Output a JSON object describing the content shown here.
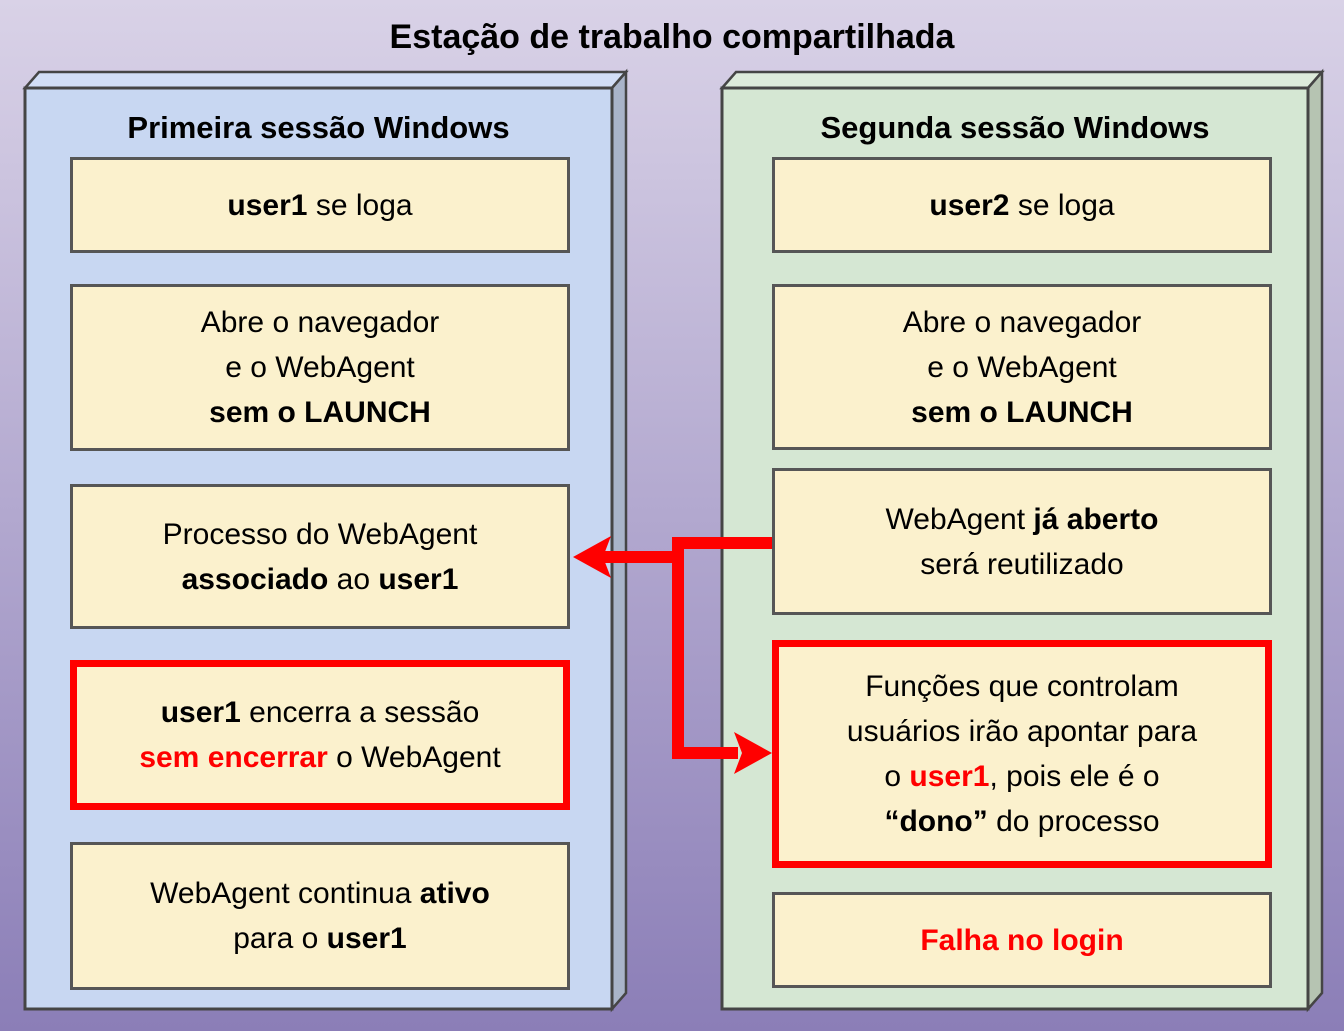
{
  "title": "Estação de trabalho compartilhada",
  "colors": {
    "background_top": "#d9d2e7",
    "background_bottom": "#8b7eb7",
    "panel_blue": "#c8d7f2",
    "panel_blue_top": "#d2def6",
    "panel_blue_side": "#a9b4c9",
    "panel_green": "#d5e7d3",
    "panel_green_top": "#ddebdb",
    "panel_green_side": "#b6c4b2",
    "box_fill": "#fbf1cd",
    "box_border": "#565656",
    "panel_border": "#454545",
    "alert_red": "#ff0000",
    "text": "#000000"
  },
  "columns": [
    {
      "header": "Primeira sessão Windows",
      "boxes": [
        {
          "name": "user1-se-loga",
          "alert": false,
          "segments": [
            {
              "text": "user1",
              "bold": true
            },
            {
              "text": " se loga"
            }
          ]
        },
        {
          "name": "abre-navegador-sessao1",
          "alert": false,
          "segments": [
            {
              "text": "Abre o navegador\ne o WebAgent\n"
            },
            {
              "text": "sem o LAUNCH",
              "bold": true
            }
          ]
        },
        {
          "name": "processo-associado-user1",
          "alert": false,
          "segments": [
            {
              "text": "Processo do WebAgent\n"
            },
            {
              "text": "associado",
              "bold": true
            },
            {
              "text": " ao "
            },
            {
              "text": "user1",
              "bold": true
            }
          ]
        },
        {
          "name": "user1-encerra-sessao",
          "alert": true,
          "segments": [
            {
              "text": "user1",
              "bold": true
            },
            {
              "text": " encerra a sessão\n"
            },
            {
              "text": "sem encerrar",
              "bold": true,
              "color": "#ff0000"
            },
            {
              "text": " o WebAgent"
            }
          ]
        },
        {
          "name": "webagent-continua-ativo",
          "alert": false,
          "segments": [
            {
              "text": "WebAgent continua "
            },
            {
              "text": "ativo",
              "bold": true
            },
            {
              "text": "\npara o "
            },
            {
              "text": "user1",
              "bold": true
            }
          ]
        }
      ]
    },
    {
      "header": "Segunda sessão Windows",
      "boxes": [
        {
          "name": "user2-se-loga",
          "alert": false,
          "segments": [
            {
              "text": "user2",
              "bold": true
            },
            {
              "text": " se loga"
            }
          ]
        },
        {
          "name": "abre-navegador-sessao2",
          "alert": false,
          "segments": [
            {
              "text": "Abre o navegador\ne o WebAgent\n"
            },
            {
              "text": "sem o LAUNCH",
              "bold": true
            }
          ]
        },
        {
          "name": "webagent-ja-aberto",
          "alert": false,
          "segments": [
            {
              "text": "WebAgent "
            },
            {
              "text": "já aberto",
              "bold": true
            },
            {
              "text": "\nserá reutilizado"
            }
          ]
        },
        {
          "name": "funcoes-apontam-user1",
          "alert": true,
          "segments": [
            {
              "text": "Funções que controlam\nusuários irão apontar para\no "
            },
            {
              "text": "user1",
              "bold": true,
              "color": "#ff0000"
            },
            {
              "text": ", pois ele é o\n"
            },
            {
              "text": "“dono”",
              "bold": true
            },
            {
              "text": " do processo"
            }
          ]
        },
        {
          "name": "falha-no-login",
          "alert": false,
          "segments": [
            {
              "text": "Falha no login",
              "bold": true,
              "color": "#ff0000"
            }
          ]
        }
      ]
    }
  ]
}
